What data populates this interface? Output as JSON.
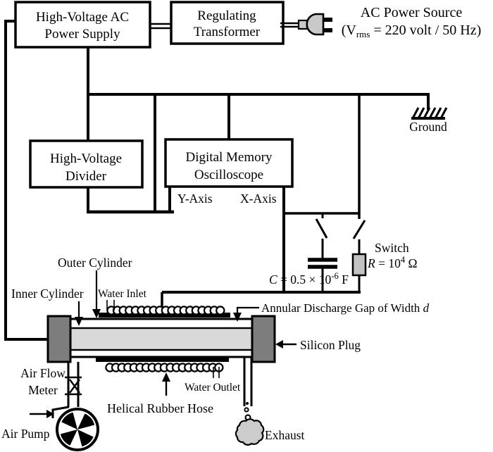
{
  "diagram": {
    "title_note": "Dielectric barrier discharge experimental setup schematic",
    "boxes": {
      "hv_supply_line1": "High-Voltage AC",
      "hv_supply_line2": "Power Supply",
      "transformer_line1": "Regulating",
      "transformer_line2": "Transformer",
      "divider_line1": "High-Voltage",
      "divider_line2": "Divider",
      "oscilloscope_line1": "Digital Memory",
      "oscilloscope_line2": "Oscilloscope"
    },
    "power_source": {
      "line1": "AC Power Source",
      "line2_pre": "(V",
      "line2_sub": "rms",
      "line2_post": " = 220 volt / 50 Hz)"
    },
    "oscilloscope_terminals": {
      "y_axis": "Y-Axis",
      "x_axis": "X-Axis"
    },
    "circuit": {
      "ground": "Ground",
      "switch": "Switch",
      "resistor_var": "R",
      "resistor_eq": " = 10",
      "resistor_sup": "4",
      "resistor_unit": " Ω",
      "capacitor_var": "C",
      "capacitor_eq": " = 0.5 × 10",
      "capacitor_sup": "-6",
      "capacitor_unit": " F"
    },
    "cell_labels": {
      "outer_cylinder": "Outer Cylinder",
      "inner_cylinder": "Inner Cylinder",
      "water_inlet": "Water Inlet",
      "annular_gap_pre": "Annular Discharge Gap of Width ",
      "annular_gap_var": "d",
      "silicon_plug": "Silicon Plug",
      "helical_hose": "Helical Rubber Hose",
      "water_outlet": "Water Outlet"
    },
    "air_labels": {
      "air_flow_line1": "Air Flow",
      "air_flow_line2": "Meter",
      "air_pump": "Air Pump",
      "exhaust": "Exhaust"
    },
    "colors": {
      "line": "#000000",
      "silicon_plug_fill": "#7d7d7d",
      "inner_cylinder_fill": "#d9d9d9",
      "resistor_fill": "#c2c2c2",
      "plug_icon_fill": "#c9c9c9",
      "exhaust_cloud_fill": "#cccccc",
      "background": "#ffffff"
    }
  }
}
